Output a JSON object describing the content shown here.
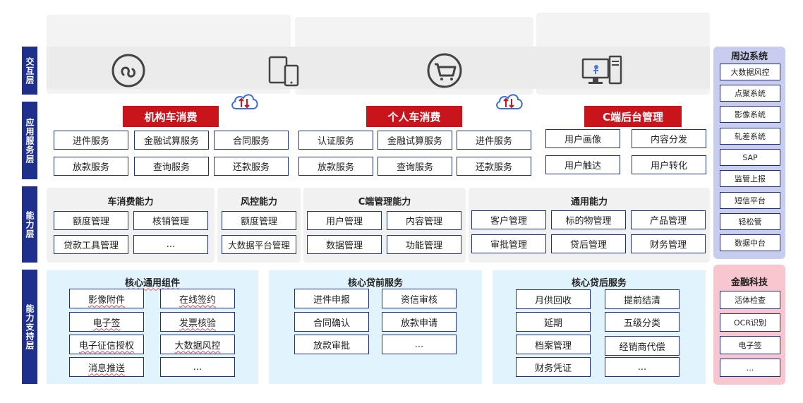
{
  "layers": {
    "interaction": "交互层",
    "application": "应用服务层",
    "capability": "能力层",
    "support": "能力支持层"
  },
  "icons": [
    "mini-program-icon",
    "tablet-phone-icon",
    "shopping-cart-icon",
    "desktop-computer-icon",
    "cloud-exchange-icon"
  ],
  "apps": [
    {
      "title": "机构车消费",
      "items": [
        "进件服务",
        "金融试算服务",
        "合同服务",
        "放款服务",
        "查询服务",
        "还款服务"
      ]
    },
    {
      "title": "个人车消费",
      "items": [
        "认证服务",
        "金融试算服务",
        "进件服务",
        "放款服务",
        "查询服务",
        "还款服务"
      ]
    },
    {
      "title": "C端后台管理",
      "items": [
        "用户画像",
        "内容分发",
        "用户触达",
        "用户转化"
      ]
    }
  ],
  "capabilities": [
    {
      "title": "车消费能力",
      "items": [
        "额度管理",
        "核销管理",
        "贷款工具管理",
        "..."
      ]
    },
    {
      "title": "风控能力",
      "items": [
        "额度管理",
        "大数据平台管理"
      ]
    },
    {
      "title": "C端管理能力",
      "items": [
        "用户管理",
        "内容管理",
        "数据管理",
        "功能管理"
      ]
    },
    {
      "title": "通用能力",
      "items": [
        "客户管理",
        "标的物管理",
        "产品管理",
        "审批管理",
        "贷后管理",
        "财务管理"
      ]
    }
  ],
  "support": [
    {
      "title": "核心通用组件",
      "items": [
        "影像附件",
        "在线签约",
        "电子签",
        "发票核验",
        "电子征信授权",
        "大数据风控",
        "消息推送",
        "..."
      ]
    },
    {
      "title": "核心贷前服务",
      "items": [
        "进件申报",
        "资信审核",
        "合同确认",
        "放款申请",
        "放款审批",
        "..."
      ]
    },
    {
      "title": "核心贷后服务",
      "items": [
        "月供回收",
        "提前结清",
        "延期",
        "五级分类",
        "档案管理",
        "经销商代偿",
        "财务凭证",
        "..."
      ]
    }
  ],
  "peripheral": {
    "title": "周边系统",
    "items": [
      "大数据风控",
      "点聚系统",
      "影像系统",
      "轧差系统",
      "SAP",
      "监管上报",
      "短信平台",
      "轻松管",
      "数据中台"
    ]
  },
  "fintech": {
    "title": "金融科技",
    "items": [
      "活体检查",
      "OCR识别",
      "电子签",
      "..."
    ]
  },
  "colors": {
    "navy": "#1f2f8c",
    "red": "#c9141c",
    "lightBlue": "#e1f3fc",
    "lavender": "#c8cdf0",
    "pink": "#f7c6cf"
  }
}
